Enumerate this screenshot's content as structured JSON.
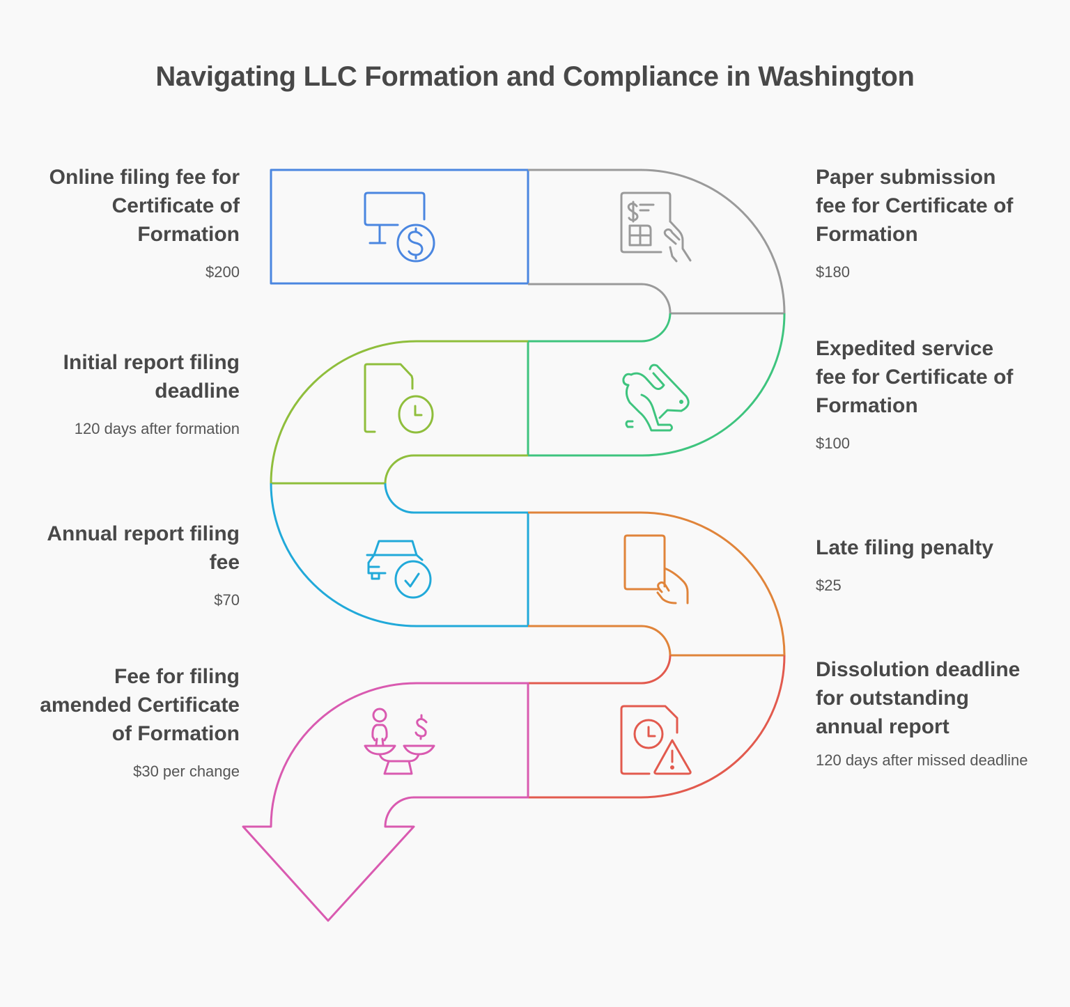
{
  "title": "Navigating LLC Formation and Compliance in Washington",
  "steps": [
    {
      "id": 1,
      "side": "left",
      "heading": "Online filing fee for Certificate of Formation",
      "value": "$200",
      "icon": "monitor-dollar-icon",
      "color": "#4a86e0"
    },
    {
      "id": 2,
      "side": "right",
      "heading": "Paper submission fee for Certificate of Formation",
      "value": "$180",
      "icon": "hand-invoice-icon",
      "color": "#9a9a9a"
    },
    {
      "id": 3,
      "side": "left",
      "heading": "Initial report filing deadline",
      "value": "120 days after formation",
      "icon": "document-clock-icon",
      "color": "#8fbe3c"
    },
    {
      "id": 4,
      "side": "right",
      "heading": "Expedited service fee for Certificate of Formation",
      "value": "$100",
      "icon": "rabbit-icon",
      "color": "#3ec47e"
    },
    {
      "id": 5,
      "side": "left",
      "heading": "Annual report filing fee",
      "value": "$70",
      "icon": "car-check-icon",
      "color": "#21a9d9"
    },
    {
      "id": 6,
      "side": "right",
      "heading": "Late filing penalty",
      "value": "$25",
      "icon": "hand-card-icon",
      "color": "#e0843a"
    },
    {
      "id": 7,
      "side": "left",
      "heading": "Fee for filing amended Certificate of Formation",
      "value": "$30 per change",
      "icon": "scale-person-dollar-icon",
      "color": "#d95ab0"
    },
    {
      "id": 8,
      "side": "right",
      "heading": "Dissolution deadline for outstanding annual report",
      "value": "120 days after missed deadline",
      "icon": "document-clock-warning-icon",
      "color": "#e25a4e"
    }
  ]
}
